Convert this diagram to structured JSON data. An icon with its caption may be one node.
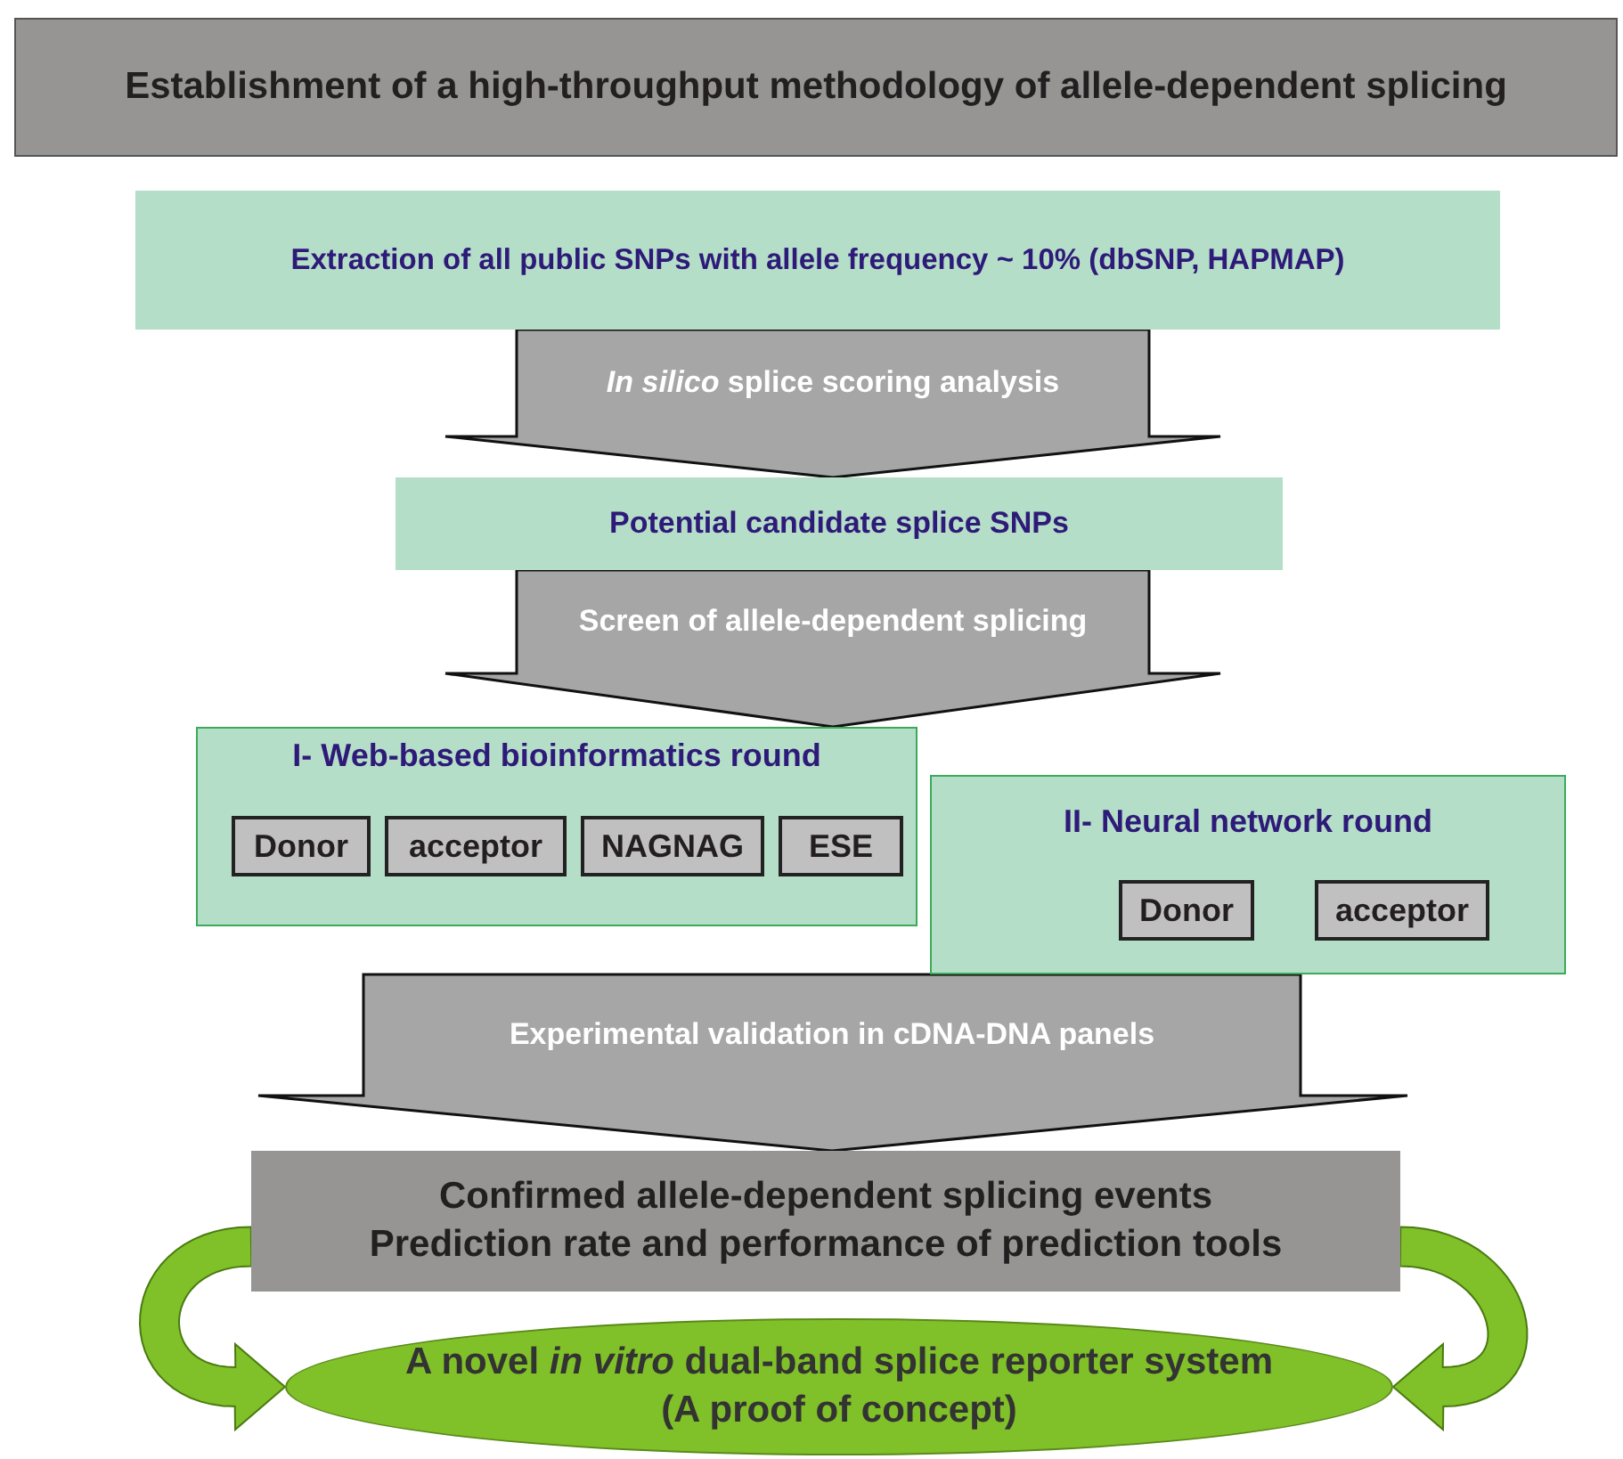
{
  "diagram": {
    "nodes": [
      {
        "text": [
          "Establishment of a high-throughput methodology of allele-dependent splicing"
        ]
      },
      {
        "text": [
          "Extraction of all public SNPs with allele frequency ~ 10% (dbSNP, HAPMAP)"
        ]
      },
      {
        "text": [
          "Potential candidate splice SNPs"
        ]
      },
      {
        "text": [
          "I- Web-based bioinformatics round"
        ]
      },
      {
        "text": [
          "Donor"
        ],
        "in": 3
      },
      {
        "text": [
          "acceptor"
        ],
        "in": 3
      },
      {
        "text": [
          "NAGNAG"
        ],
        "in": 3
      },
      {
        "text": [
          "ESE"
        ],
        "in": 3
      },
      {
        "text": [
          "II- Neural network round"
        ]
      },
      {
        "text": [
          "Donor"
        ],
        "in": 8
      },
      {
        "text": [
          "acceptor"
        ],
        "in": 8
      },
      {
        "text": [
          "Confirmed allele-dependent splicing events",
          "Prediction rate and performance of prediction tools"
        ]
      },
      {
        "text": [
          "A novel *in vitro* dual-band splice reporter system",
          "(A proof of concept)"
        ]
      }
    ],
    "edges": [
      {
        "from": 1,
        "to": 2,
        "arrow": "to",
        "label": "*In silico* splice scoring analysis"
      },
      {
        "from": 2,
        "to": 3,
        "arrow": "to",
        "label": "Screen of allele-dependent splicing"
      },
      {
        "from": 3,
        "to": 11,
        "arrow": "to",
        "label": "Experimental validation in cDNA-DNA panels"
      },
      {
        "from": 8,
        "to": 11,
        "arrow": "to"
      },
      {
        "from": 11,
        "to": 12,
        "arrow": "to",
        "color": "#80c028"
      },
      {
        "from": 11,
        "to": 12,
        "arrow": "to",
        "color": "#80c028"
      }
    ]
  }
}
